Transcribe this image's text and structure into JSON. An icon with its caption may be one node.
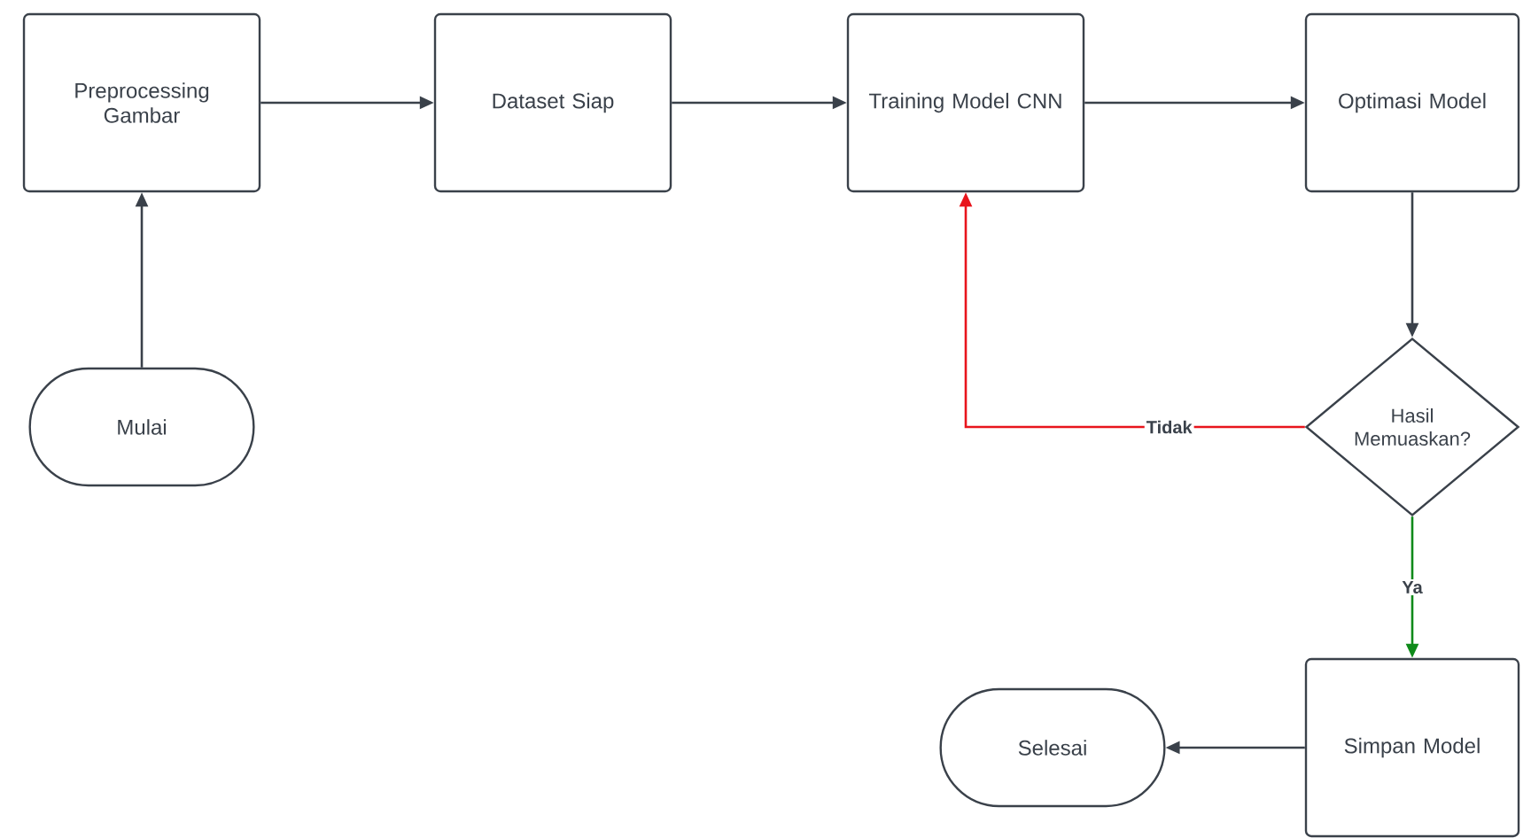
{
  "diagram": {
    "nodes": [
      {
        "text": [
          "Mulai"
        ]
      },
      {
        "text": [
          "Preprocessing Gambar"
        ]
      },
      {
        "text": [
          "Dataset Siap"
        ]
      },
      {
        "text": [
          "Training Model CNN"
        ]
      },
      {
        "text": [
          "Optimasi Model"
        ]
      },
      {
        "text": [
          "Hasil Memuaskan?"
        ]
      },
      {
        "text": [
          "Simpan Model"
        ]
      },
      {
        "text": [
          "Selesai"
        ]
      }
    ],
    "edges": [
      {
        "from": 0,
        "to": 1,
        "arrow": "to"
      },
      {
        "from": 1,
        "to": 2,
        "arrow": "to"
      },
      {
        "from": 2,
        "to": 3,
        "arrow": "to"
      },
      {
        "from": 3,
        "to": 4,
        "arrow": "to"
      },
      {
        "from": 4,
        "to": 5,
        "arrow": "to"
      },
      {
        "from": 5,
        "to": 3,
        "arrow": "to",
        "label": "Tidak",
        "color": "#e8141c"
      },
      {
        "from": 5,
        "to": 6,
        "arrow": "to",
        "label": "Ya",
        "color": "#0f8a1a"
      },
      {
        "from": 6,
        "to": 7,
        "arrow": "to"
      }
    ]
  }
}
